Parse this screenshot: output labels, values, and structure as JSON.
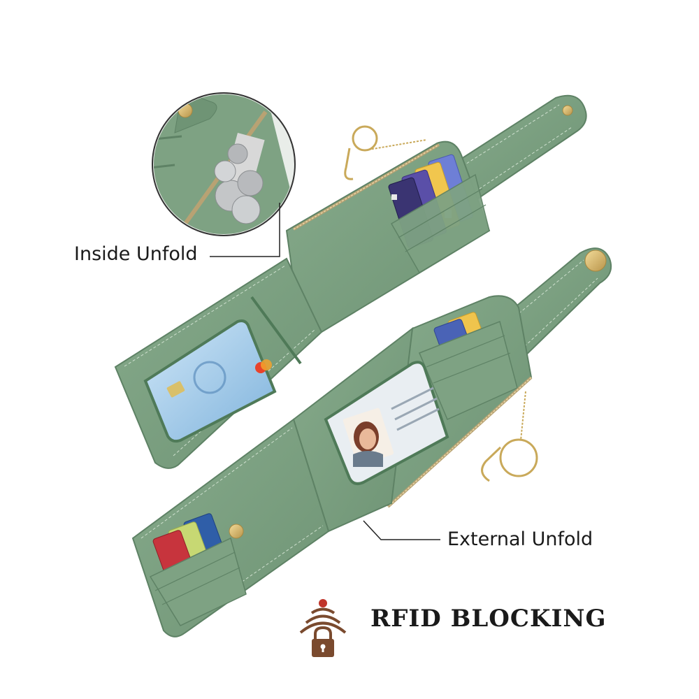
{
  "callouts": {
    "inside_unfold": "Inside Unfold",
    "external_unfold": "External Unfold"
  },
  "badge": {
    "title": "RFID BLOCKING",
    "icon": "rfid-lock-icon"
  },
  "colors": {
    "wallet_green": "#7a9e80",
    "wallet_green_dark": "#5e8265",
    "stitch": "#cfe0cf",
    "gold": "#d4b46a",
    "rfid_brown": "#7a4a2e",
    "rfid_red": "#c0352b"
  }
}
